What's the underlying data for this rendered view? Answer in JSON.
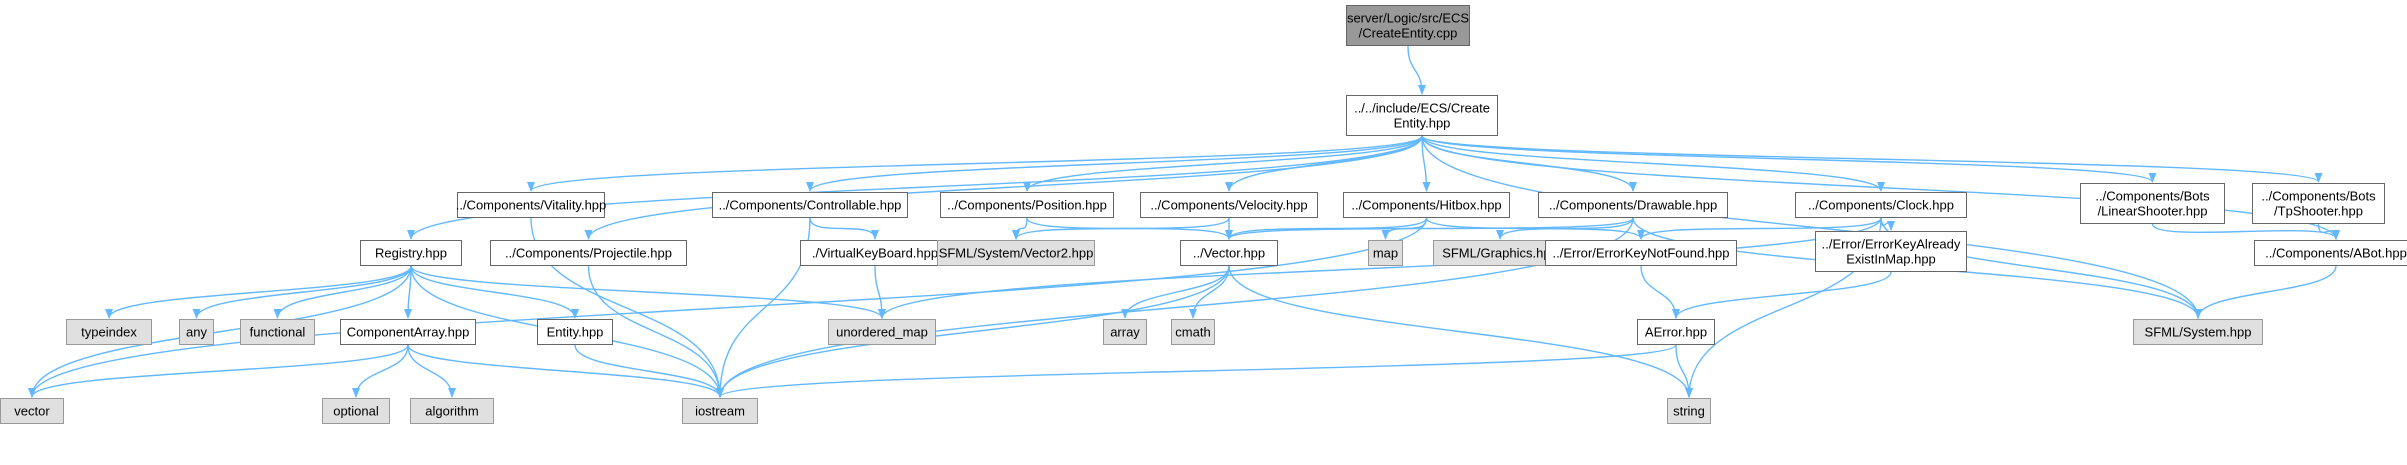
{
  "colors": {
    "root_fill": "#999999",
    "header_fill": "#ffffff",
    "system_fill": "#e0e0e0",
    "border": "#666666",
    "system_border": "#999999",
    "text": "#000000",
    "edge": "#63b8ff"
  },
  "nodes": [
    {
      "id": "root",
      "kind": "root",
      "lines": [
        "server/Logic/src/ECS",
        "/CreateEntity.cpp"
      ]
    },
    {
      "id": "create_entity_hpp",
      "kind": "header",
      "lines": [
        "../../include/ECS/Create",
        "Entity.hpp"
      ]
    },
    {
      "id": "vitality",
      "kind": "header",
      "lines": [
        "../Components/Vitality.hpp"
      ]
    },
    {
      "id": "controllable",
      "kind": "header",
      "lines": [
        "../Components/Controllable.hpp"
      ]
    },
    {
      "id": "position",
      "kind": "header",
      "lines": [
        "../Components/Position.hpp"
      ]
    },
    {
      "id": "velocity",
      "kind": "header",
      "lines": [
        "../Components/Velocity.hpp"
      ]
    },
    {
      "id": "hitbox",
      "kind": "header",
      "lines": [
        "../Components/Hitbox.hpp"
      ]
    },
    {
      "id": "drawable",
      "kind": "header",
      "lines": [
        "../Components/Drawable.hpp"
      ]
    },
    {
      "id": "clock",
      "kind": "header",
      "lines": [
        "../Components/Clock.hpp"
      ]
    },
    {
      "id": "linear_shooter",
      "kind": "header",
      "lines": [
        "../Components/Bots",
        "/LinearShooter.hpp"
      ]
    },
    {
      "id": "tp_shooter",
      "kind": "header",
      "lines": [
        "../Components/Bots",
        "/TpShooter.hpp"
      ]
    },
    {
      "id": "registry",
      "kind": "header",
      "lines": [
        "Registry.hpp"
      ]
    },
    {
      "id": "projectile",
      "kind": "header",
      "lines": [
        "../Components/Projectile.hpp"
      ]
    },
    {
      "id": "virtual_keyboard",
      "kind": "header",
      "lines": [
        "./VirtualKeyBoard.hpp"
      ]
    },
    {
      "id": "sfml_vector2",
      "kind": "system",
      "lines": [
        "SFML/System/Vector2.hpp"
      ]
    },
    {
      "id": "vector_hpp",
      "kind": "header",
      "lines": [
        "../Vector.hpp"
      ]
    },
    {
      "id": "map",
      "kind": "system",
      "lines": [
        "map"
      ]
    },
    {
      "id": "sfml_graphics",
      "kind": "system",
      "lines": [
        "SFML/Graphics.hpp"
      ]
    },
    {
      "id": "error_key_not_found",
      "kind": "header",
      "lines": [
        "../Error/ErrorKeyNotFound.hpp"
      ]
    },
    {
      "id": "error_key_already",
      "kind": "header",
      "lines": [
        "../Error/ErrorKeyAlready",
        "ExistInMap.hpp"
      ]
    },
    {
      "id": "abot",
      "kind": "header",
      "lines": [
        "../Components/ABot.hpp"
      ]
    },
    {
      "id": "typeindex",
      "kind": "system",
      "lines": [
        "typeindex"
      ]
    },
    {
      "id": "any",
      "kind": "system",
      "lines": [
        "any"
      ]
    },
    {
      "id": "functional",
      "kind": "system",
      "lines": [
        "functional"
      ]
    },
    {
      "id": "component_array",
      "kind": "header",
      "lines": [
        "ComponentArray.hpp"
      ]
    },
    {
      "id": "entity",
      "kind": "header",
      "lines": [
        "Entity.hpp"
      ]
    },
    {
      "id": "unordered_map",
      "kind": "system",
      "lines": [
        "unordered_map"
      ]
    },
    {
      "id": "array",
      "kind": "system",
      "lines": [
        "array"
      ]
    },
    {
      "id": "cmath",
      "kind": "system",
      "lines": [
        "cmath"
      ]
    },
    {
      "id": "aerror",
      "kind": "header",
      "lines": [
        "AError.hpp"
      ]
    },
    {
      "id": "sfml_system",
      "kind": "system",
      "lines": [
        "SFML/System.hpp"
      ]
    },
    {
      "id": "vector",
      "kind": "system",
      "lines": [
        "vector"
      ]
    },
    {
      "id": "optional",
      "kind": "system",
      "lines": [
        "optional"
      ]
    },
    {
      "id": "algorithm",
      "kind": "system",
      "lines": [
        "algorithm"
      ]
    },
    {
      "id": "iostream",
      "kind": "system",
      "lines": [
        "iostream"
      ]
    },
    {
      "id": "string",
      "kind": "system",
      "lines": [
        "string"
      ]
    }
  ],
  "edges": [
    [
      "root",
      "create_entity_hpp"
    ],
    [
      "create_entity_hpp",
      "registry"
    ],
    [
      "create_entity_hpp",
      "vitality"
    ],
    [
      "create_entity_hpp",
      "projectile"
    ],
    [
      "create_entity_hpp",
      "controllable"
    ],
    [
      "create_entity_hpp",
      "position"
    ],
    [
      "create_entity_hpp",
      "velocity"
    ],
    [
      "create_entity_hpp",
      "hitbox"
    ],
    [
      "create_entity_hpp",
      "drawable"
    ],
    [
      "create_entity_hpp",
      "clock"
    ],
    [
      "create_entity_hpp",
      "linear_shooter"
    ],
    [
      "create_entity_hpp",
      "tp_shooter"
    ],
    [
      "create_entity_hpp",
      "abot"
    ],
    [
      "create_entity_hpp",
      "sfml_system"
    ],
    [
      "registry",
      "vector"
    ],
    [
      "registry",
      "typeindex"
    ],
    [
      "registry",
      "any"
    ],
    [
      "registry",
      "functional"
    ],
    [
      "registry",
      "component_array"
    ],
    [
      "registry",
      "entity"
    ],
    [
      "registry",
      "iostream"
    ],
    [
      "registry",
      "unordered_map"
    ],
    [
      "vitality",
      "iostream"
    ],
    [
      "projectile",
      "iostream"
    ],
    [
      "controllable",
      "iostream"
    ],
    [
      "controllable",
      "virtual_keyboard"
    ],
    [
      "virtual_keyboard",
      "unordered_map"
    ],
    [
      "position",
      "sfml_vector2"
    ],
    [
      "position",
      "vector_hpp"
    ],
    [
      "velocity",
      "sfml_vector2"
    ],
    [
      "velocity",
      "vector_hpp"
    ],
    [
      "hitbox",
      "vector"
    ],
    [
      "hitbox",
      "vector_hpp"
    ],
    [
      "hitbox",
      "map"
    ],
    [
      "hitbox",
      "error_key_not_found"
    ],
    [
      "drawable",
      "vector_hpp"
    ],
    [
      "drawable",
      "sfml_graphics"
    ],
    [
      "drawable",
      "iostream"
    ],
    [
      "drawable",
      "sfml_system"
    ],
    [
      "clock",
      "error_key_not_found"
    ],
    [
      "clock",
      "error_key_already"
    ],
    [
      "clock",
      "unordered_map"
    ],
    [
      "clock",
      "string"
    ],
    [
      "clock",
      "sfml_system"
    ],
    [
      "vector_hpp",
      "array"
    ],
    [
      "vector_hpp",
      "cmath"
    ],
    [
      "vector_hpp",
      "iostream"
    ],
    [
      "vector_hpp",
      "string"
    ],
    [
      "error_key_not_found",
      "aerror"
    ],
    [
      "error_key_already",
      "aerror"
    ],
    [
      "aerror",
      "iostream"
    ],
    [
      "aerror",
      "string"
    ],
    [
      "linear_shooter",
      "abot"
    ],
    [
      "tp_shooter",
      "abot"
    ],
    [
      "abot",
      "sfml_system"
    ],
    [
      "component_array",
      "vector"
    ],
    [
      "component_array",
      "optional"
    ],
    [
      "component_array",
      "algorithm"
    ],
    [
      "component_array",
      "iostream"
    ],
    [
      "entity",
      "iostream"
    ]
  ]
}
